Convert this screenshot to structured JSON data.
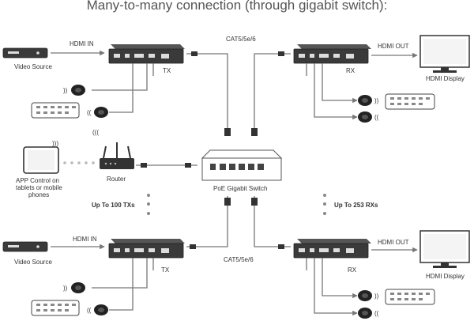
{
  "title": "Many-to-many connection (through gigabit switch):",
  "labels": {
    "hdmi_in_top": "HDMI IN",
    "hdmi_in_bottom": "HDMI IN",
    "hdmi_out_top": "HDMI OUT",
    "hdmi_out_bottom": "HDMI OUT",
    "video_source_top": "Video Source",
    "video_source_bottom": "Video Source",
    "hdmi_display_top": "HDMI Display",
    "hdmi_display_bottom": "HDMI Display",
    "tx_top": "TX",
    "tx_bottom": "TX",
    "rx_top": "RX",
    "rx_bottom": "RX",
    "cat_top": "CAT5/5e/6",
    "cat_bottom": "CAT5/5e/6",
    "switch": "PoE Gigabit Switch",
    "router": "Router",
    "app_control_line1": "APP Control on",
    "app_control_line2": "tablets or mobile",
    "app_control_line3": "phones",
    "up_to_tx": "Up To 100 TXs",
    "up_to_rx": "Up To 253 RXs"
  }
}
